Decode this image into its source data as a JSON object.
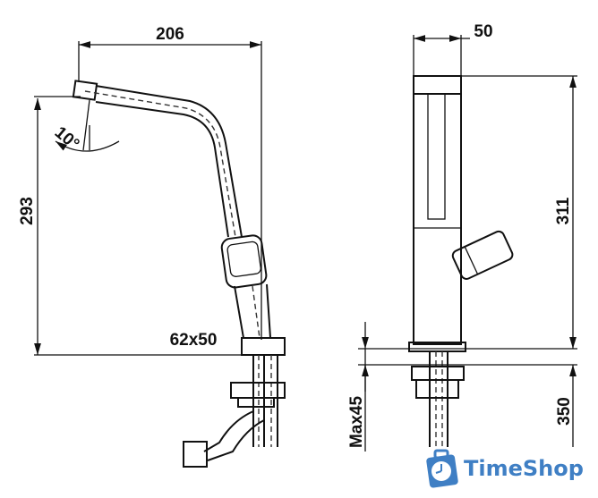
{
  "dimensions": {
    "spout_reach": "206",
    "spout_angle": "10°",
    "spout_height": "293",
    "base_plate": "62x50",
    "body_width": "50",
    "total_height": "311",
    "max_counter_thickness": "Max45",
    "hose_length": "350"
  },
  "logo": {
    "text": "TimeShop",
    "color": "#3f7fc4"
  }
}
